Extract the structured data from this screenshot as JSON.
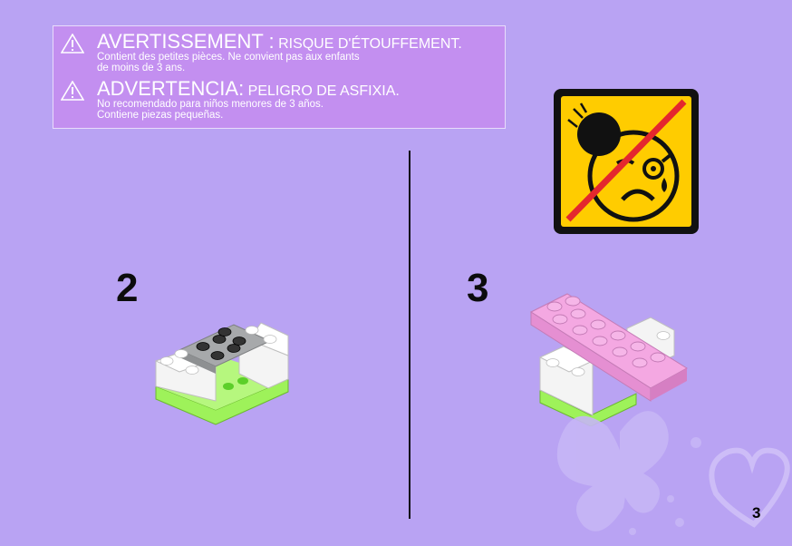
{
  "warning": {
    "fr_title": "AVERTISSEMENT :",
    "fr_subtitle": "RISQUE D'ÉTOUFFEMENT.",
    "fr_line1": "Contient des petites pièces. Ne convient pas aux enfants",
    "fr_line2": "de moins de 3 ans.",
    "es_title": "ADVERTENCIA:",
    "es_subtitle": "PELIGRO DE ASFIXIA.",
    "es_line1": "No recomendado para niños menores de 3 años.",
    "es_line2": "Contiene piezas pequeñas."
  },
  "steps": [
    {
      "number": "2"
    },
    {
      "number": "3"
    }
  ],
  "page_number": "3",
  "colors": {
    "background": "#b9a3f3",
    "warning_box": "#c38ff0",
    "choke_sign_yellow": "#ffcc00",
    "choke_slash": "#e4272e",
    "brick_pink": "#f4a8e2",
    "brick_white": "#f4f4f4",
    "brick_gray": "#a7a9ab",
    "plate_green": "#9ef25a"
  },
  "icons": [
    "warning-triangle-icon",
    "choking-hazard-icon",
    "butterfly-watermark",
    "heart-watermark"
  ]
}
